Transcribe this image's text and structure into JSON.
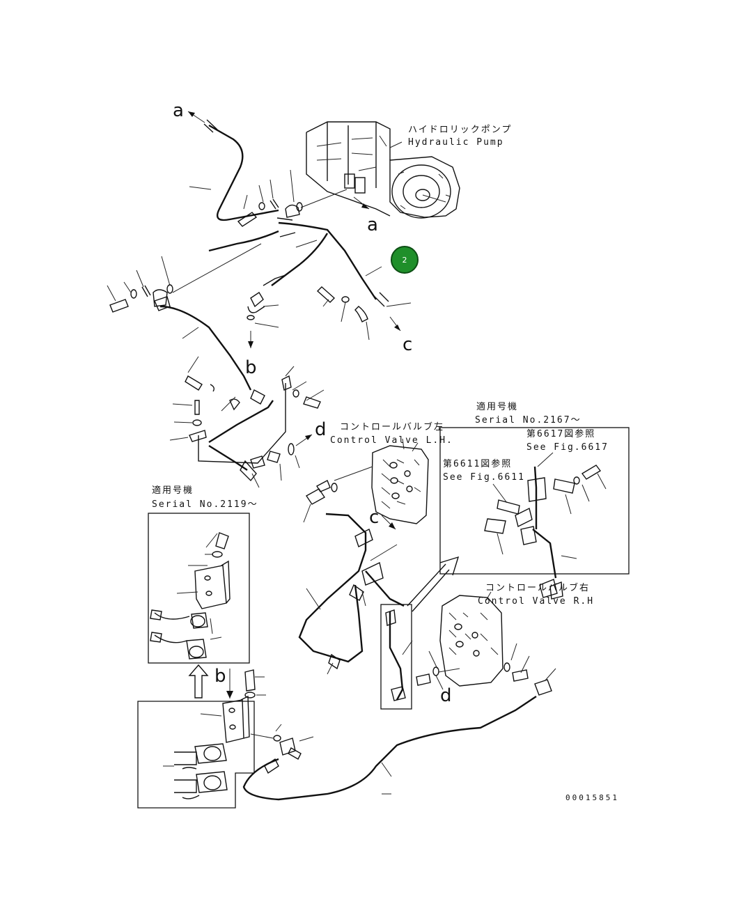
{
  "labels": {
    "pump_ja": "ハイドロリックポンプ",
    "pump_en": "Hydraulic Pump",
    "cvl_ja": "コントロールバルブ左",
    "cvl_en": "Control Valve L.H.",
    "cvr_ja": "コントロールバルブ右",
    "cvr_en": "Control Valve R.H",
    "serial_left_ja": "適用号機",
    "serial_left_en": "Serial No.2119～",
    "serial_right_ja": "適用号機",
    "serial_right_en": "Serial No.2167～",
    "fig6617_ja": "第6617図参照",
    "fig6617_en": "See Fig.6617",
    "fig6611_ja": "第6611図参照",
    "fig6611_en": "See Fig.6611",
    "drawing_number": "00015851"
  },
  "markers": {
    "a_top": "a",
    "a_pump": "a",
    "b_mid": "b",
    "b_low": "b",
    "c_right": "c",
    "c_mid": "c",
    "d_mid": "d",
    "d_low": "d"
  },
  "callout": {
    "number": "2",
    "color": "#1f8f2a"
  }
}
